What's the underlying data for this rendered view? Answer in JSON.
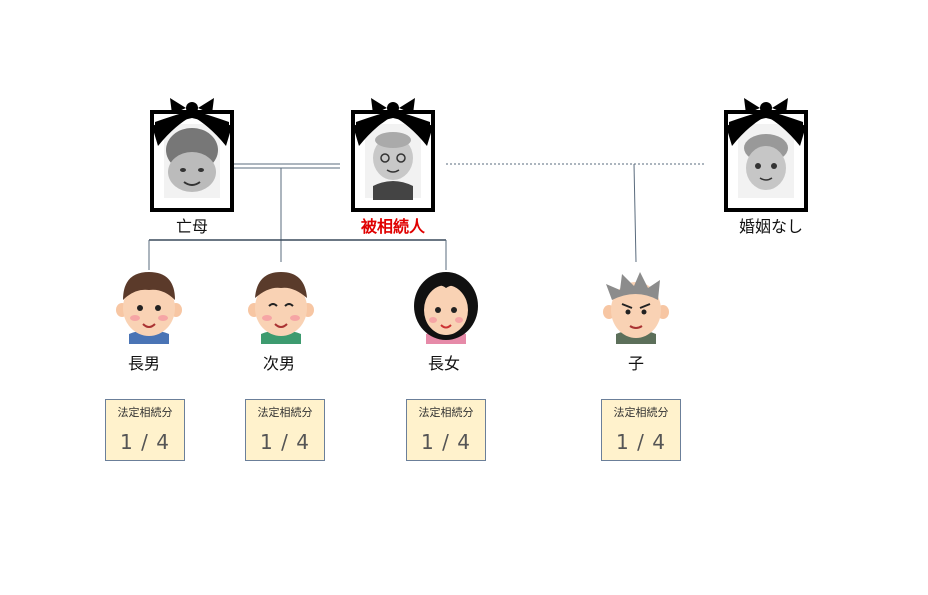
{
  "people": {
    "mother": {
      "label": "亡母"
    },
    "decedent": {
      "label": "被相続人"
    },
    "partner": {
      "label": "婚姻なし"
    },
    "eldest_son": {
      "label": "長男",
      "share_title": "法定相続分",
      "share": "1 / 4"
    },
    "second_son": {
      "label": "次男",
      "share_title": "法定相続分",
      "share": "1 / 4"
    },
    "eldest_daughter": {
      "label": "長女",
      "share_title": "法定相続分",
      "share": "1 / 4"
    },
    "child": {
      "label": "子",
      "share_title": "法定相続分",
      "share": "1 / 4"
    }
  },
  "colors": {
    "decedent_label": "#e00000",
    "share_box_fill": "#fff2cc",
    "share_box_border": "#6b7f99",
    "line": "#5a6b7d"
  },
  "icons": [
    "memorial-portrait-frame-icon",
    "person-avatar-icon"
  ]
}
